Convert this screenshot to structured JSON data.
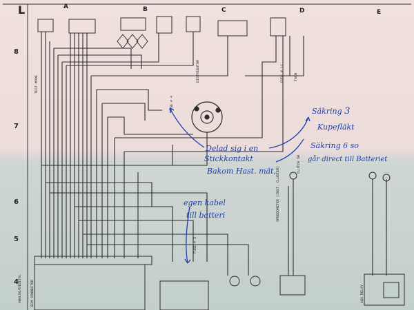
{
  "ruler": {
    "columns": [
      "A",
      "B",
      "C",
      "D",
      "E"
    ],
    "rows": [
      "8",
      "7",
      "6",
      "5",
      "4"
    ],
    "corner": "L"
  },
  "components": {
    "distributor": "DISTRIBUTOR",
    "fuse_4": "FUSE # 4",
    "fuse_11": "FUSE # 11",
    "fuse_3": "FUSE # 3",
    "tach": "TACH",
    "clutch_sw": "CLUTCH SW",
    "test_mode": "TEST MODE",
    "speedometer": "SPEEDOMETER (INST. CLUSTER)",
    "ecm": "ECM CONNECTOR",
    "aux_relay": "AUX RELAY",
    "left_label": "ANALOG/DIGITAL"
  },
  "notes": {
    "n1": "Delad sig i en",
    "n2": "Stickkontakt",
    "n3": "Bakom Hast. mät,",
    "n4_a": "Säkring",
    "n4_b": "3",
    "n5": "Kupefläkt",
    "n6": "Säkring 6 so",
    "n7": "går direct till Batteriet",
    "n8": "egen kabel",
    "n9": "till batteri"
  },
  "colors": {
    "ink": "#1d3fa8",
    "wire": "#2b2b2b",
    "paper_top": "#efe0dd",
    "paper_bottom": "#c8d2cf"
  }
}
